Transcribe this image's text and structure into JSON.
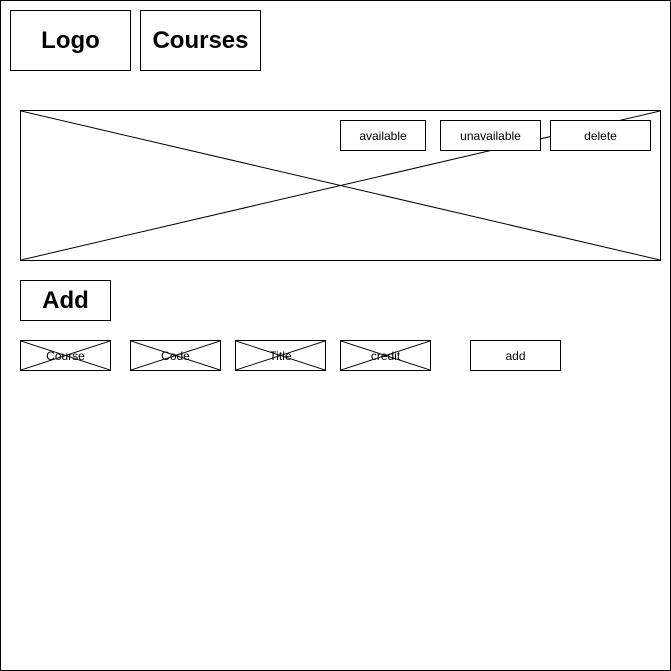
{
  "header": {
    "logo_label": "Logo",
    "courses_label": "Courses"
  },
  "course_panel": {
    "available_label": "available",
    "unavailable_label": "unavailable",
    "delete_label": "delete"
  },
  "add_section": {
    "title": "Add",
    "course_field_label": "Course",
    "code_field_label": "Code",
    "title_field_label": "Title",
    "credit_field_label": "credit",
    "add_button_label": "add"
  }
}
